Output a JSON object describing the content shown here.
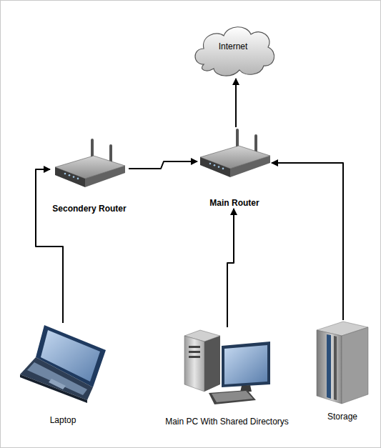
{
  "diagram": {
    "nodes": [
      {
        "text": [
          "Internet"
        ]
      },
      {
        "text": [
          "Secondery Router"
        ]
      },
      {
        "text": [
          "Main Router"
        ]
      },
      {
        "text": [
          "Laptop"
        ]
      },
      {
        "text": [
          "Main PC With Shared Directorys"
        ]
      },
      {
        "text": [
          "Storage"
        ]
      }
    ],
    "edges": [
      {
        "from": 3,
        "to": 1,
        "arrow": "to"
      },
      {
        "from": 1,
        "to": 2,
        "arrow": "to"
      },
      {
        "from": 4,
        "to": 2,
        "arrow": "to"
      },
      {
        "from": 5,
        "to": 2,
        "arrow": "to"
      },
      {
        "from": 2,
        "to": 0,
        "arrow": "to"
      }
    ]
  }
}
